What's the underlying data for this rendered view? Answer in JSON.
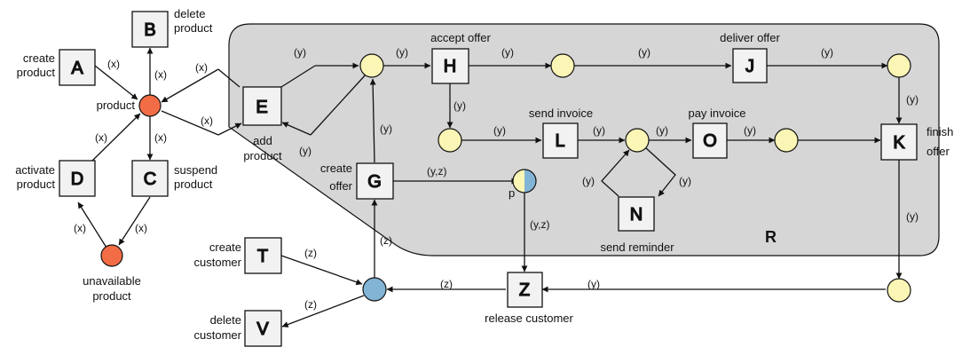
{
  "region": {
    "label": "R",
    "fill": "#d6d6d6"
  },
  "colors": {
    "orange_place": "#f26d45",
    "yellow_place": "#fbf6b5",
    "blue_place": "#82b4d6",
    "box_fill": "#f2f2f2",
    "stroke": "#111111"
  },
  "boxes": {
    "A": "A",
    "B": "B",
    "C": "C",
    "D": "D",
    "E": "E",
    "G": "G",
    "H": "H",
    "J": "J",
    "K": "K",
    "L": "L",
    "N": "N",
    "O": "O",
    "T": "T",
    "V": "V",
    "Z": "Z"
  },
  "labels": {
    "create_product": [
      "create",
      "product"
    ],
    "delete_product": [
      "delete",
      "product"
    ],
    "product": "product",
    "activate_product": [
      "activate",
      "product"
    ],
    "suspend_product": [
      "suspend",
      "product"
    ],
    "unavailable_product": [
      "unavailable",
      "product"
    ],
    "add_product": [
      "add",
      "product"
    ],
    "accept_offer": "accept offer",
    "deliver_offer": "deliver offer",
    "send_invoice": "send invoice",
    "pay_invoice": "pay invoice",
    "finish_offer": [
      "finish",
      "offer"
    ],
    "create_offer": [
      "create",
      "offer"
    ],
    "send_reminder": "send reminder",
    "p": "p",
    "create_customer": [
      "create",
      "customer"
    ],
    "delete_customer": [
      "delete",
      "customer"
    ],
    "release_customer": "release customer"
  },
  "edge_labels": {
    "x": "(x)",
    "y": "(y)",
    "z": "(z)",
    "yz": "(y,z)"
  }
}
